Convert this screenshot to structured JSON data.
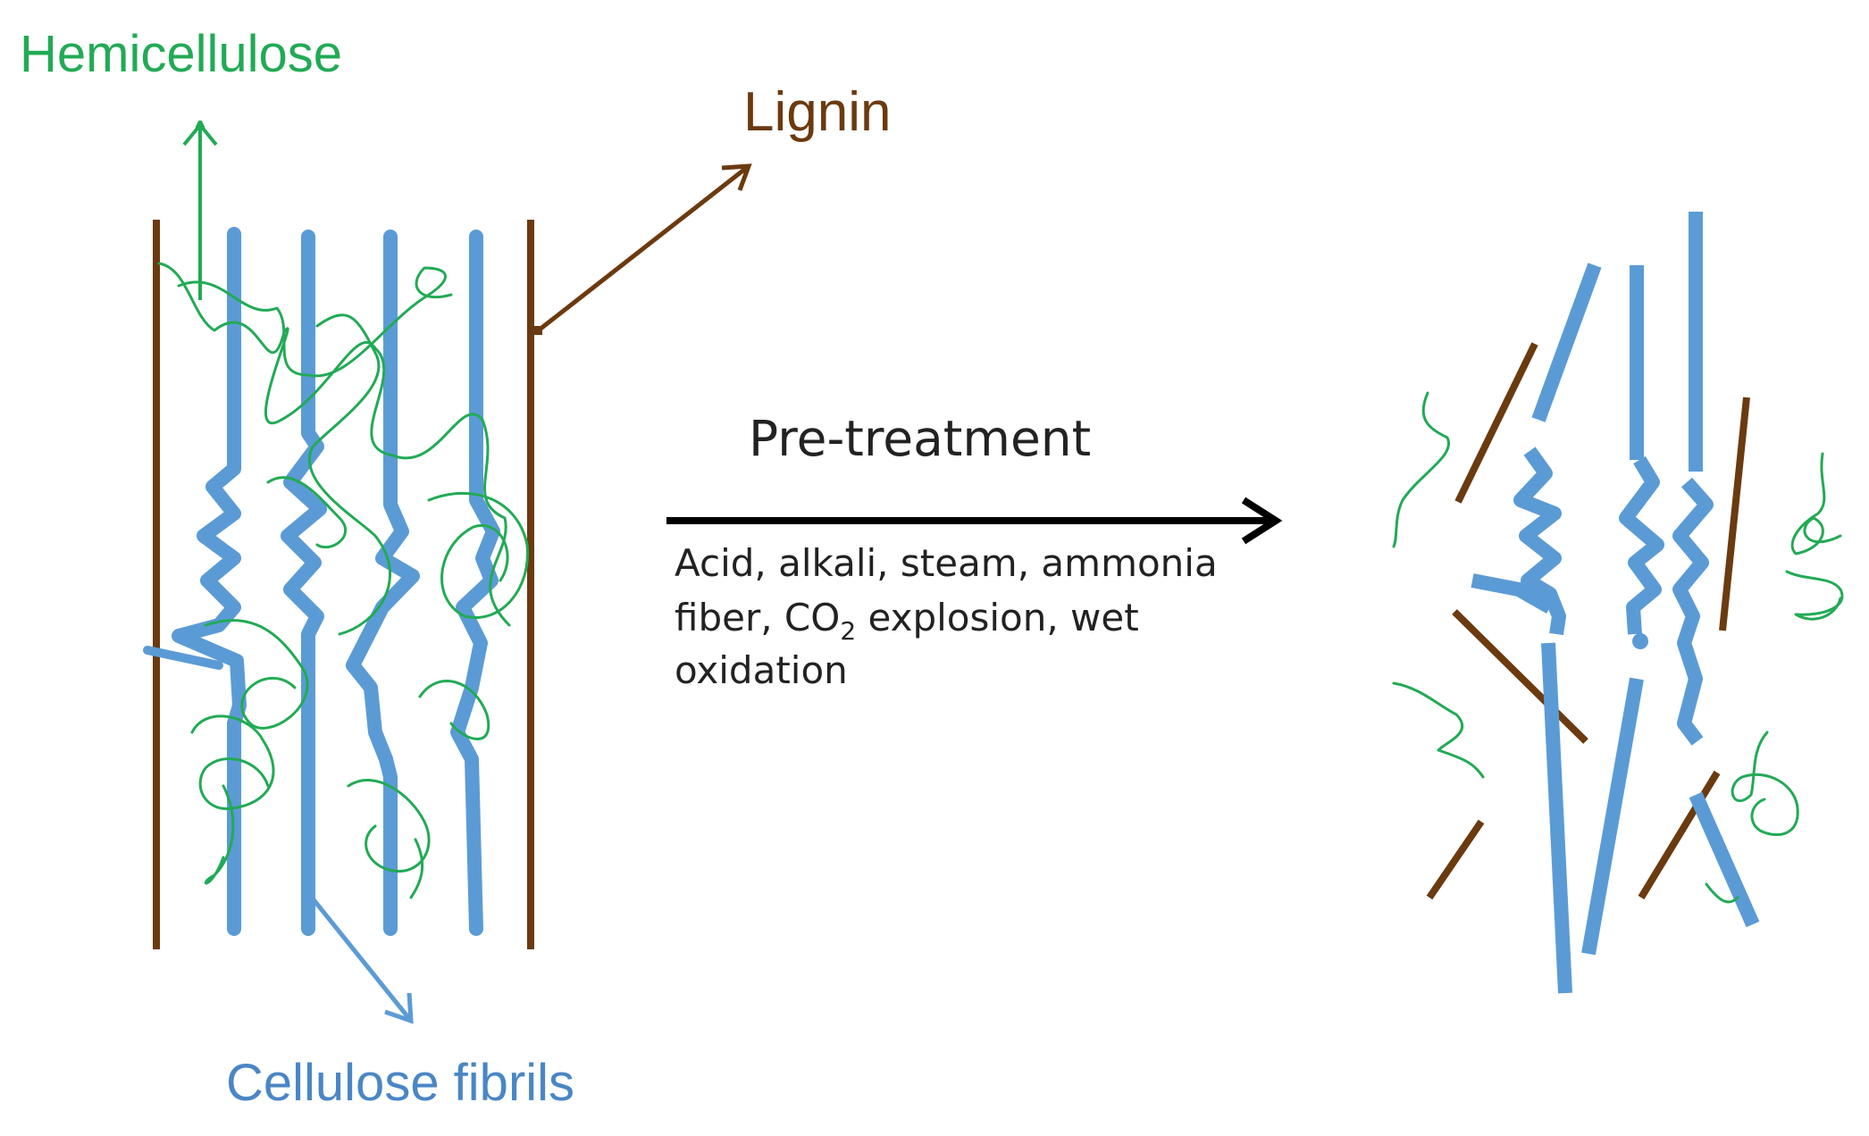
{
  "labels": {
    "hemicellulose": "Hemicellulose",
    "lignin": "Lignin",
    "cellulose": "Cellulose fibrils"
  },
  "process": {
    "title": "Pre-treatment",
    "line1": "Acid, alkali, steam, ammonia",
    "line2_pre": "fiber, CO",
    "line2_sub": "2",
    "line2_post": " explosion, wet",
    "line3": "oxidation"
  },
  "colors": {
    "lignin": "#6b3a0f",
    "cellulose": "#5b9bd5",
    "hemicellulose": "#22aa55",
    "arrow": "#000000",
    "process_text": "#222222"
  }
}
